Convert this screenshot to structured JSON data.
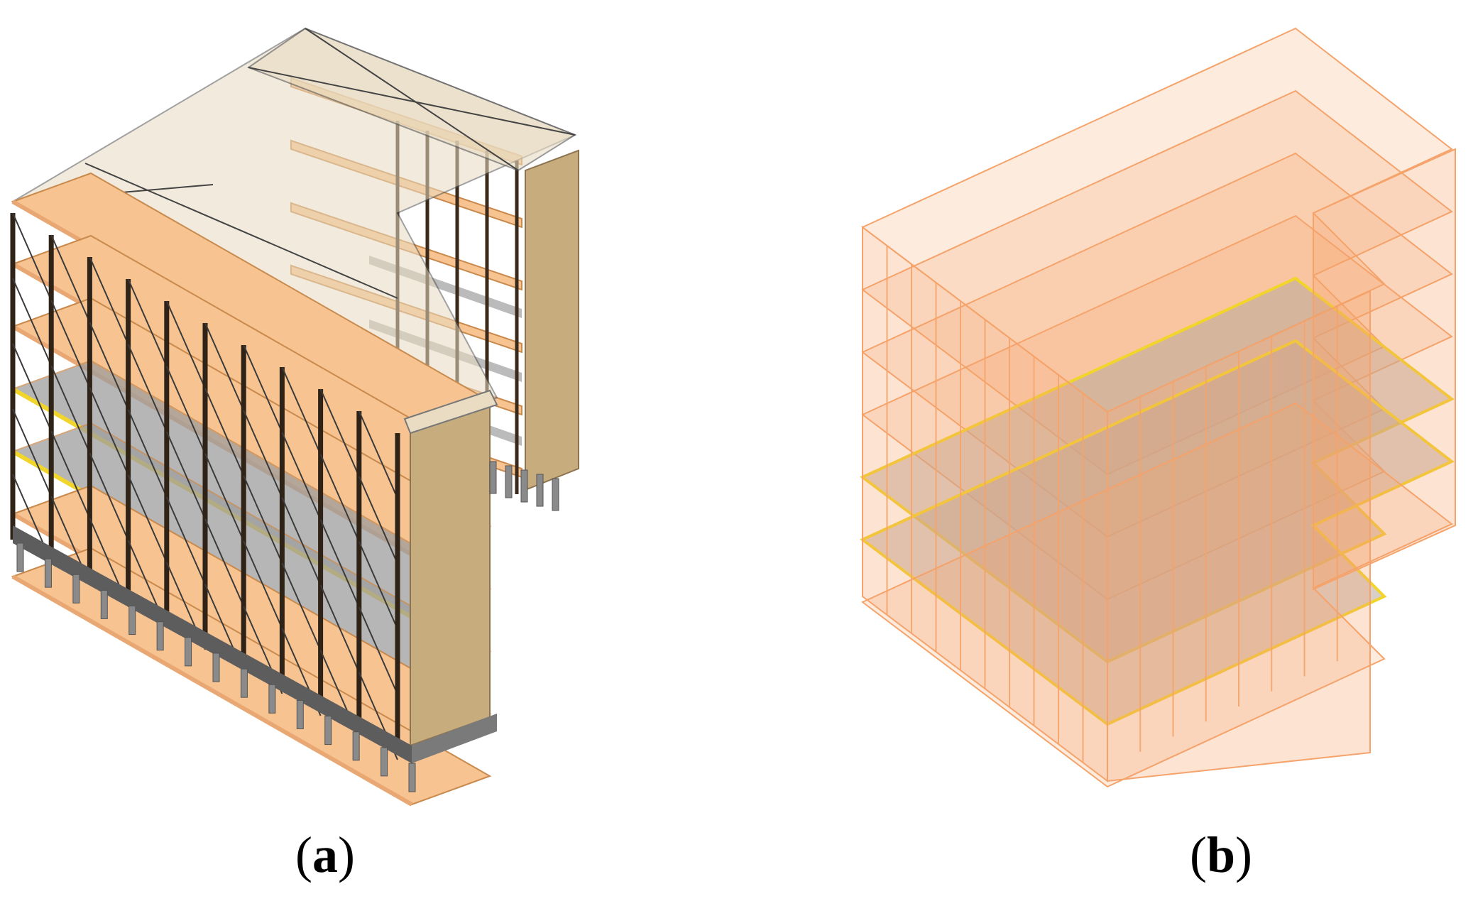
{
  "panels": [
    {
      "id": "a",
      "caption_label": "a",
      "paren_open": "(",
      "paren_close": ")"
    },
    {
      "id": "b",
      "caption_label": "b",
      "paren_open": "(",
      "paren_close": ")"
    }
  ],
  "colors": {
    "timber_floor": "#f6c391",
    "timber_floor_dark": "#e9a873",
    "timber_column": "#c98a4e",
    "core_wall": "#c7ac7e",
    "roof_glass": "#e9dcc2",
    "brace": "#3a3a3a",
    "concrete_slab": "#9e9e9e",
    "pile": "#8a8a8a",
    "highlight_yellow": "#f2d52a",
    "transparent_orange": "#f5a36a"
  }
}
